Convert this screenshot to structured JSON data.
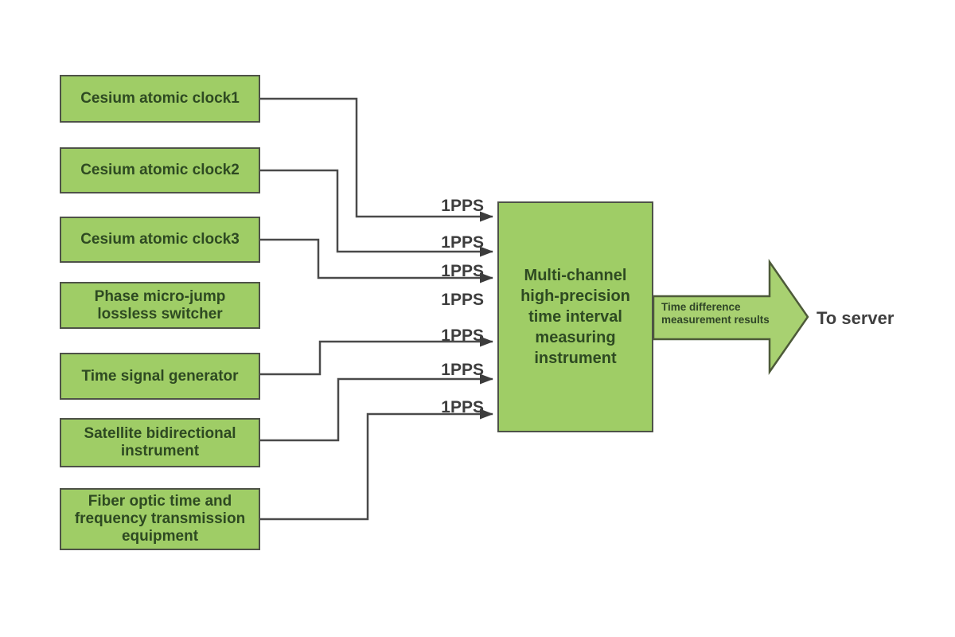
{
  "diagram": {
    "sources": [
      {
        "label": "Cesium atomic clock1"
      },
      {
        "label": "Cesium atomic clock2"
      },
      {
        "label": "Cesium atomic clock3"
      },
      {
        "label": "Phase micro-jump\nlossless switcher"
      },
      {
        "label": "Time signal generator"
      },
      {
        "label": "Satellite bidirectional\ninstrument"
      },
      {
        "label": "Fiber optic time and\nfrequency transmission\nequipment"
      }
    ],
    "signal_labels": [
      "1PPS",
      "1PPS",
      "1PPS",
      "1PPS",
      "1PPS",
      "1PPS",
      "1PPS"
    ],
    "processor": {
      "label": "Multi-channel\nhigh-precision\ntime interval\nmeasuring\ninstrument"
    },
    "output_arrow": {
      "label": "Time difference\nmeasurement results"
    },
    "destination": {
      "label": "To server"
    },
    "colors": {
      "box_fill": "#9fcd66",
      "box_border": "#4e5248",
      "box_text": "#2e4a22",
      "connector_line": "#4a4a4a",
      "arrowhead": "#3c3c3c",
      "big_arrow_fill": "#a8d171",
      "big_arrow_border": "#4d5a39",
      "label_text": "#3d3d3d"
    }
  }
}
